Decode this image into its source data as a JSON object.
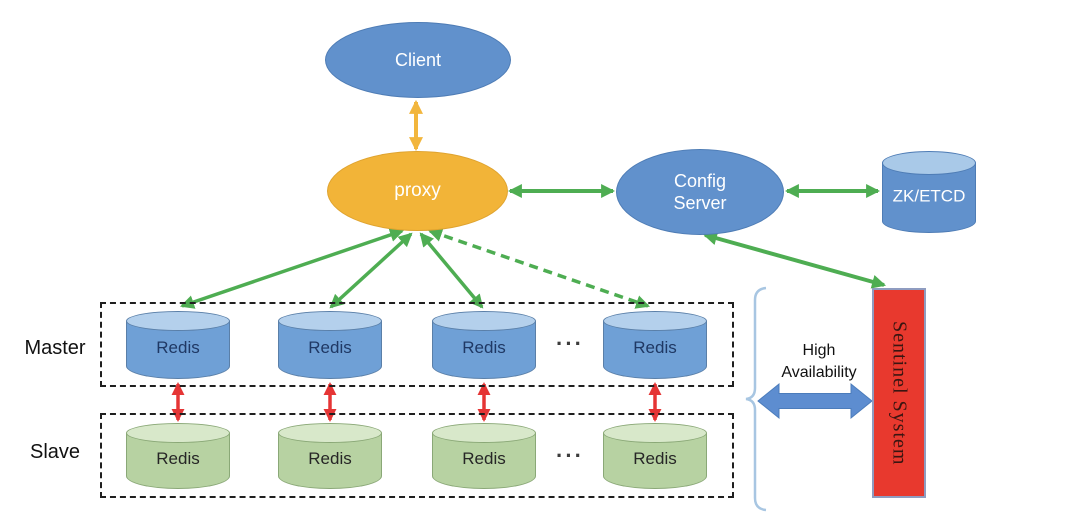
{
  "nodes": {
    "client": {
      "label": "Client",
      "shape": "ellipse",
      "color": "#6191CC"
    },
    "proxy": {
      "label": "proxy",
      "shape": "ellipse",
      "color": "#F2B438"
    },
    "config_server": {
      "label": "Config\nServer",
      "shape": "ellipse",
      "color": "#6191CC"
    },
    "zk_etcd": {
      "label": "ZK/ETCD",
      "shape": "cylinder",
      "color": "#6191CC"
    },
    "sentinel": {
      "label": "Sentinel System",
      "shape": "rect",
      "color": "#E8392E"
    },
    "high_availability": {
      "label": "High Availability"
    }
  },
  "groups": {
    "master": {
      "label": "Master",
      "items": [
        "Redis",
        "Redis",
        "Redis",
        "Redis"
      ],
      "ellipsis": "···",
      "item_color": "#6FA0D6"
    },
    "slave": {
      "label": "Slave",
      "items": [
        "Redis",
        "Redis",
        "Redis",
        "Redis"
      ],
      "ellipsis": "···",
      "item_color": "#B7D2A2"
    }
  },
  "connectors": [
    {
      "from": "client",
      "to": "proxy",
      "style": "solid",
      "bidirectional": true,
      "color": "#F2B63D"
    },
    {
      "from": "proxy",
      "to": "config_server",
      "style": "solid",
      "bidirectional": true,
      "color": "#4EAD52"
    },
    {
      "from": "config_server",
      "to": "zk_etcd",
      "style": "solid",
      "bidirectional": true,
      "color": "#4EAD52"
    },
    {
      "from": "config_server",
      "to": "sentinel",
      "style": "solid",
      "bidirectional": true,
      "color": "#4EAD52"
    },
    {
      "from": "proxy",
      "to": "master-redis-1",
      "style": "solid",
      "bidirectional": true,
      "color": "#4EAD52"
    },
    {
      "from": "proxy",
      "to": "master-redis-2",
      "style": "solid",
      "bidirectional": true,
      "color": "#4EAD52"
    },
    {
      "from": "proxy",
      "to": "master-redis-3",
      "style": "solid",
      "bidirectional": true,
      "color": "#4EAD52"
    },
    {
      "from": "proxy",
      "to": "master-redis-4",
      "style": "dashed",
      "bidirectional": true,
      "color": "#4EAD52"
    },
    {
      "from": "master-redis-1",
      "to": "slave-redis-1",
      "style": "solid",
      "bidirectional": true,
      "color": "#E53535"
    },
    {
      "from": "master-redis-2",
      "to": "slave-redis-2",
      "style": "solid",
      "bidirectional": true,
      "color": "#E53535"
    },
    {
      "from": "master-redis-3",
      "to": "slave-redis-3",
      "style": "solid",
      "bidirectional": true,
      "color": "#E53535"
    },
    {
      "from": "master-redis-4",
      "to": "slave-redis-4",
      "style": "solid",
      "bidirectional": true,
      "color": "#E53535"
    },
    {
      "from": "redis-groups",
      "to": "sentinel",
      "style": "block-arrow",
      "bidirectional": true,
      "color": "#5D8DD0",
      "label": "High Availability"
    }
  ],
  "colors": {
    "node_blue": "#6191CC",
    "node_orange": "#F2B438",
    "cylinder_blue": "#6FA0D6",
    "cylinder_blue_top": "#B4D0EC",
    "cylinder_green": "#B7D2A2",
    "cylinder_green_top": "#D8E8CA",
    "sentinel_red": "#E8392E",
    "arrow_green": "#4EAD52",
    "arrow_yellow": "#F2B63D",
    "arrow_red": "#E53535",
    "block_arrow_blue": "#5D8DD0",
    "brace_blue": "#A8C6E2",
    "text_white": "#ffffff",
    "text_navy": "#1F3864"
  }
}
